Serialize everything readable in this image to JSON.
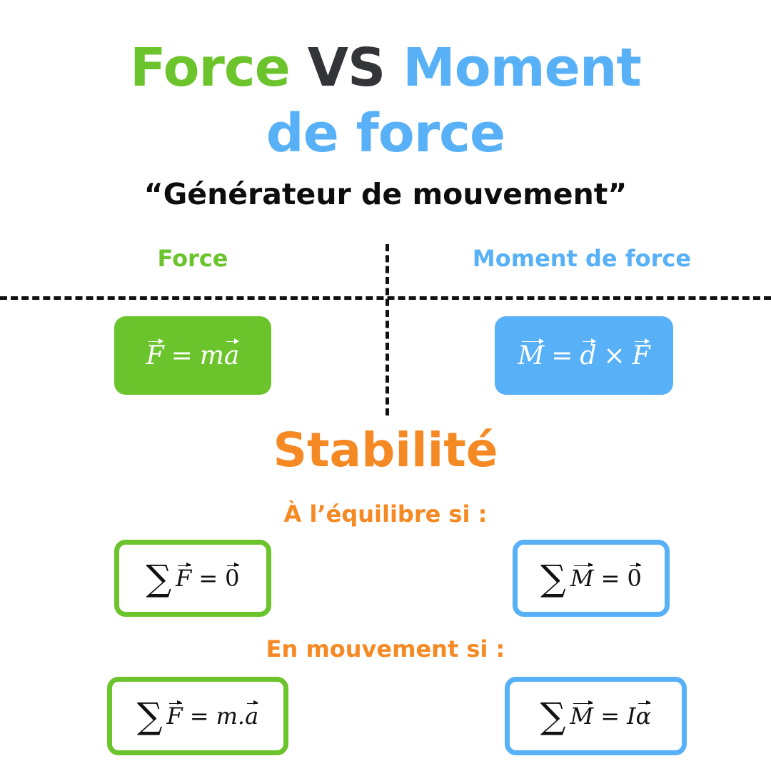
{
  "title": {
    "word_force": "Force",
    "word_vs": "VS",
    "word_moment": "Moment",
    "line2": "de force"
  },
  "subtitle": "“Générateur de mouvement”",
  "columns": {
    "left_heading": "Force",
    "right_heading": "Moment de force"
  },
  "laws": {
    "force": {
      "lhs": "F",
      "rhs_scalar": "m",
      "rhs_vec": "a"
    },
    "moment": {
      "lhs": "M",
      "d": "d",
      "times": "×",
      "F": "F"
    }
  },
  "stability": {
    "title": "Stabilité",
    "equilibrium_label": "À l’équilibre si :",
    "motion_label": "En mouvement si :"
  },
  "conditions": {
    "sum_symbol": "∑",
    "eq_force": {
      "vec": "F",
      "rhs": "0"
    },
    "eq_moment": {
      "vec": "M",
      "rhs": "0"
    },
    "mv_force": {
      "vec": "F",
      "rhs_scalar": "m.",
      "rhs_vec": "a"
    },
    "mv_moment": {
      "vec": "M",
      "rhs_scalar": "I",
      "rhs_vec": "α"
    }
  },
  "colors": {
    "green": "#6cc42d",
    "blue": "#58b1f7",
    "orange": "#f58a25",
    "dark": "#333438"
  }
}
